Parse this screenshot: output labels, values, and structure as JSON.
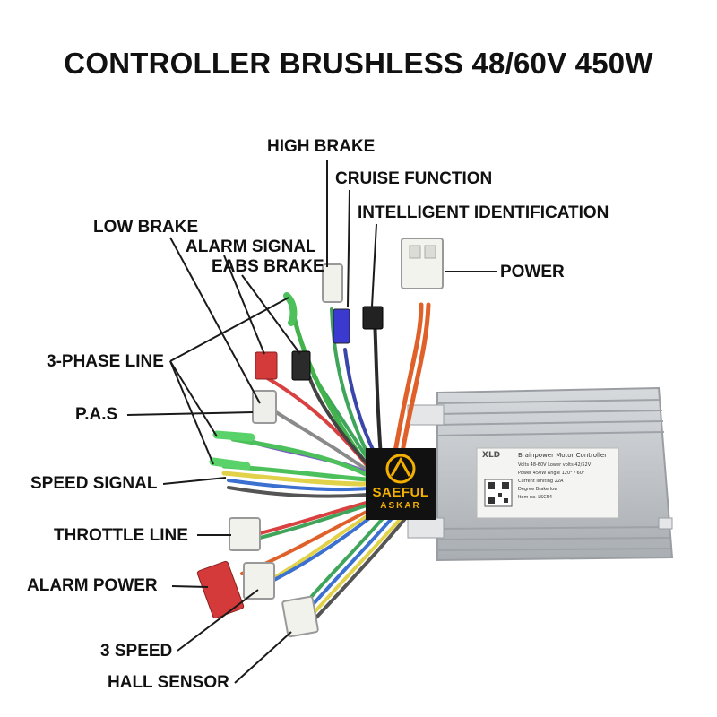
{
  "title": "CONTROLLER BRUSHLESS 48/60V 450W",
  "labels": {
    "high_brake": "HIGH BRAKE",
    "cruise_function": "CRUISE FUNCTION",
    "intelligent_identification": "INTELLIGENT IDENTIFICATION",
    "low_brake": "LOW BRAKE",
    "alarm_signal": "ALARM SIGNAL",
    "eabs_brake": "EABS BRAKE",
    "power": "POWER",
    "three_phase_line": "3-PHASE LINE",
    "pas": "P.A.S",
    "speed_signal": "SPEED SIGNAL",
    "throttle_line": "THROTTLE LINE",
    "alarm_power": "ALARM POWER",
    "three_speed": "3 SPEED",
    "hall_sensor": "HALL SENSOR"
  },
  "watermark": {
    "line1": "SAEFUL",
    "line2": "ASKAR"
  },
  "device_label": {
    "brand": "XLD",
    "heading": "Brainpower Motor Controller",
    "line1": "Volts 48-60V  Lower volts 42/52V",
    "line2": "Power 450W   Angle 120° / 60°",
    "line3": "Current limiting 22A",
    "line4": "Degree Brake low",
    "line5": "Item no. LSC54"
  },
  "colors": {
    "text": "#111111",
    "watermark": "#f4b000",
    "housing": "#b9bec2"
  }
}
